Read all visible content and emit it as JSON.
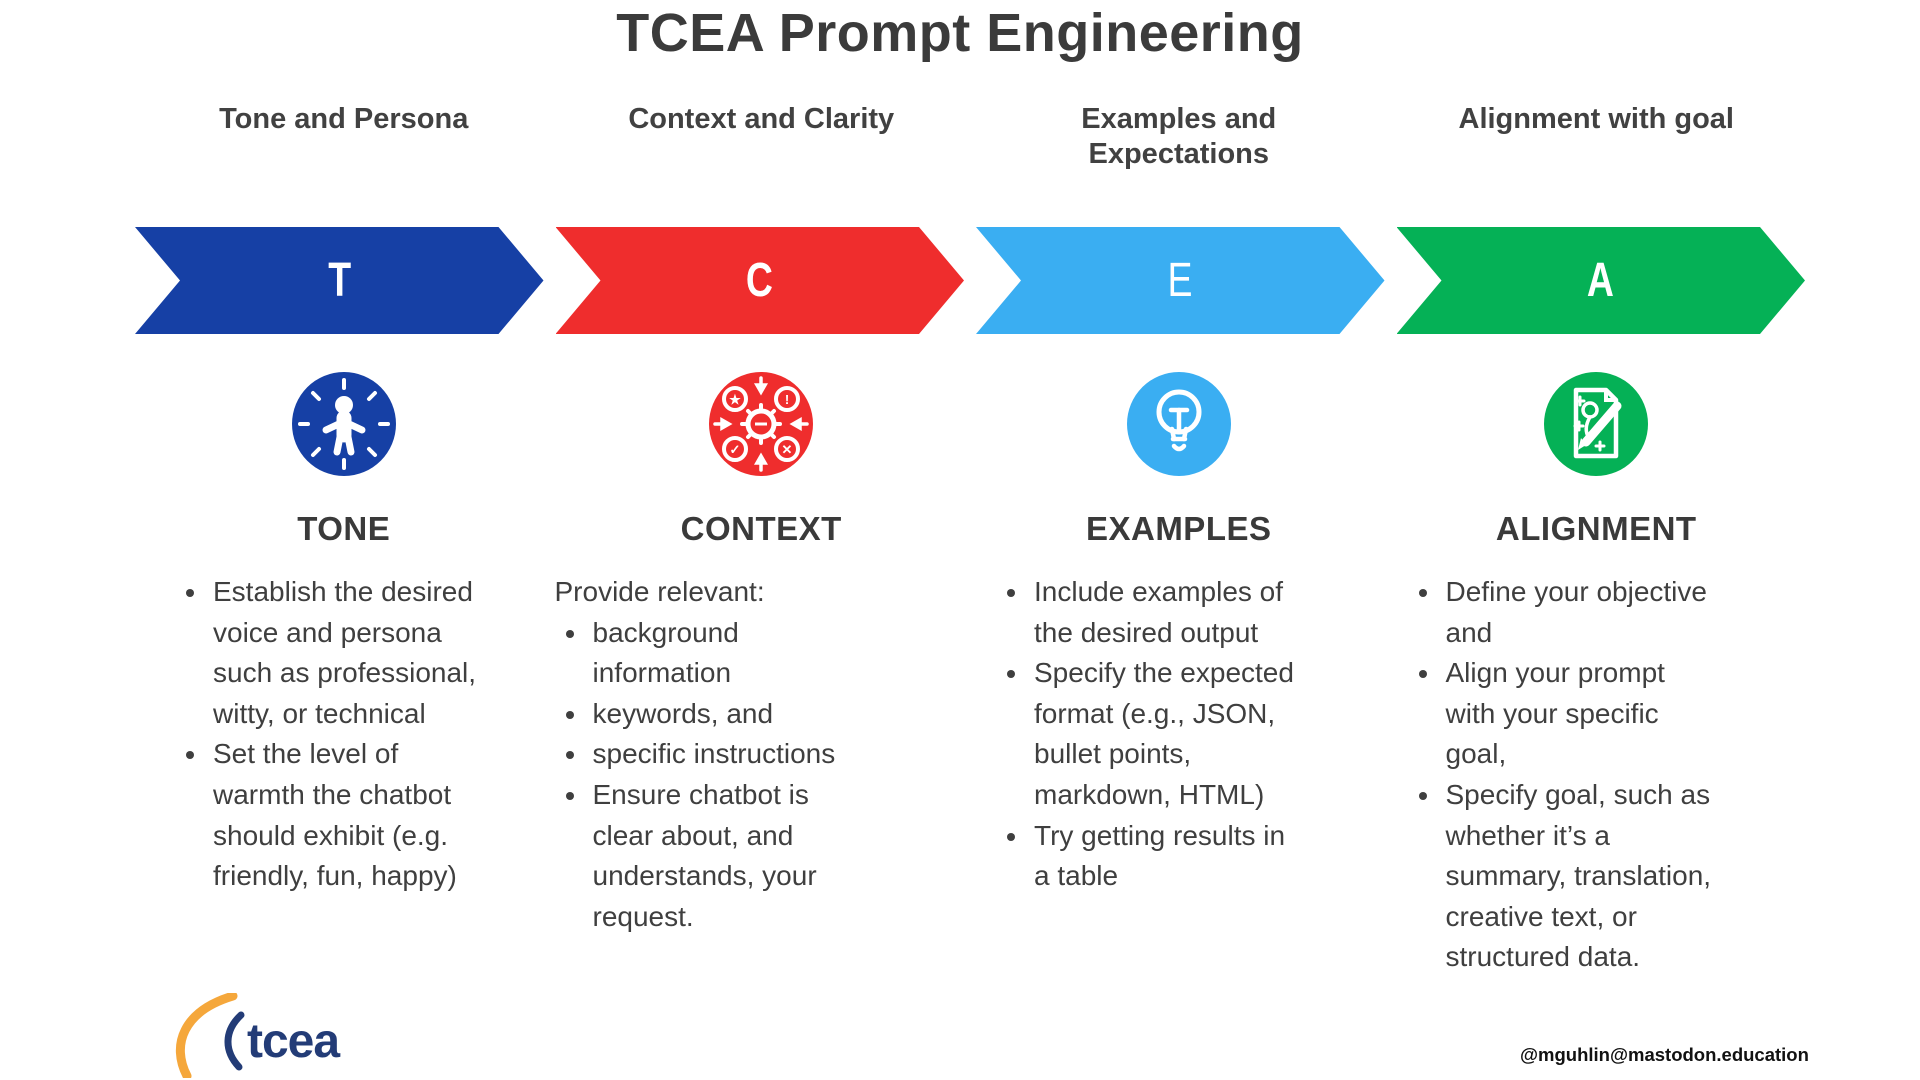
{
  "title": "TCEA Prompt Engineering",
  "columns": [
    {
      "header": "Tone and Persona",
      "letter": "T",
      "color": "#1640A5",
      "icon": "persona-icon",
      "section_title": "TONE",
      "bullets": [
        "Establish the desired voice and persona such as professional, witty, or technical",
        "Set the level of warmth the chatbot should exhibit (e.g. friendly, fun, happy)"
      ]
    },
    {
      "header": "Context and Clarity",
      "letter": "C",
      "color": "#EF2D2D",
      "icon": "gear-settings-icon",
      "section_title": "CONTEXT",
      "intro": "Provide relevant:",
      "bullets": [
        "background information",
        "keywords, and",
        "specific instructions",
        "Ensure chatbot is clear about, and understands, your request."
      ]
    },
    {
      "header": "Examples and Expectations",
      "letter": "E",
      "color": "#3AAEF2",
      "icon": "lightbulb-icon",
      "section_title": "EXAMPLES",
      "bullets": [
        "Include examples of the desired output",
        "Specify the expected format (e.g., JSON, bullet points, markdown, HTML)",
        "Try getting results in a table"
      ]
    },
    {
      "header": "Alignment with goal",
      "letter": "A",
      "color": "#05B156",
      "icon": "document-pencil-icon",
      "section_title": "ALIGNMENT",
      "bullets": [
        "Define your objective and",
        "Align your prompt with your specific goal,",
        "Specify goal, such as whether it’s a summary, translation, creative text, or structured data."
      ]
    }
  ],
  "footer": {
    "logo_text": "tcea",
    "logo_orange": "#F5A73B",
    "logo_navy": "#233C77",
    "handle": "@mguhlin@mastodon.education"
  },
  "text_colors": {
    "title": "#3b3b3b",
    "body": "#3f3f3f"
  }
}
